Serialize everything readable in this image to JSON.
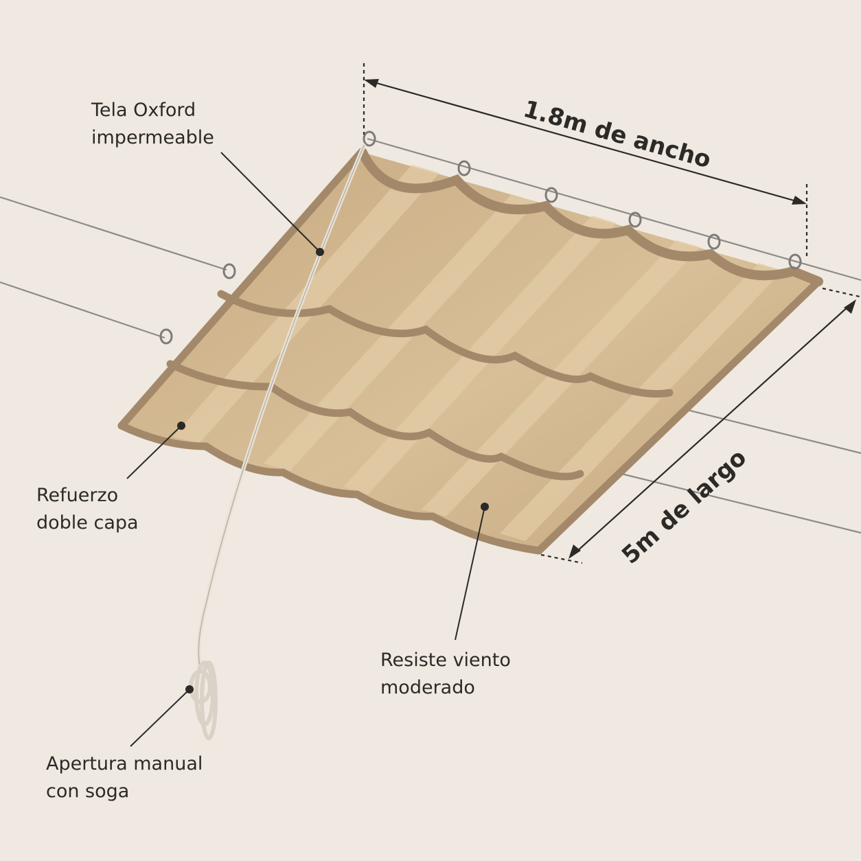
{
  "dimensions": {
    "width": "1.8m de ancho",
    "length": "5m de largo"
  },
  "callouts": {
    "fabric": {
      "line1": "Tela Oxford",
      "line2": "impermeable"
    },
    "reinforcement": {
      "line1": "Refuerzo",
      "line2": "doble capa"
    },
    "wind": {
      "line1": "Resiste viento",
      "line2": "moderado"
    },
    "rope": {
      "line1": "Apertura manual",
      "line2": "con soga"
    }
  },
  "colors": {
    "background": "#efe9e1",
    "fabric": "#cbb08a",
    "fabric_light": "#dcc49f",
    "binding": "#a3896a",
    "wire": "#8d8a86",
    "text": "#2c2a27"
  }
}
